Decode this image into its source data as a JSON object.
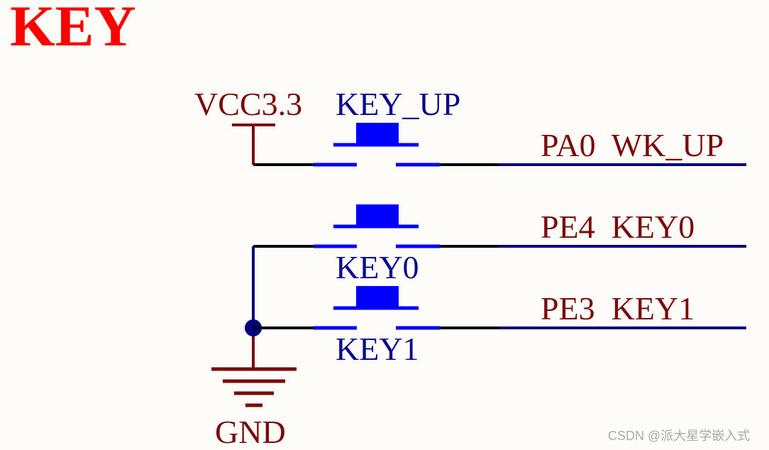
{
  "title": "KEY",
  "power_label": "VCC3.3",
  "ground_label": "GND",
  "buttons": [
    {
      "name": "KEY_UP",
      "net": "PA0  WK_UP"
    },
    {
      "name": "KEY0",
      "net": "PE4  KEY0"
    },
    {
      "name": "KEY1",
      "net": "PE3  KEY1"
    }
  ],
  "watermark": "CSDN @派大星学嵌入式",
  "colors": {
    "background": "#fefcf8",
    "title": "#ff0000",
    "power": "#7b0a0a",
    "label_blue": "#0a0a8c",
    "switch_blue": "#0000ff",
    "wire_black": "#000000",
    "wire_navy": "#000080",
    "net_label": "#7b0a0a",
    "watermark": "#aaaaaa"
  }
}
